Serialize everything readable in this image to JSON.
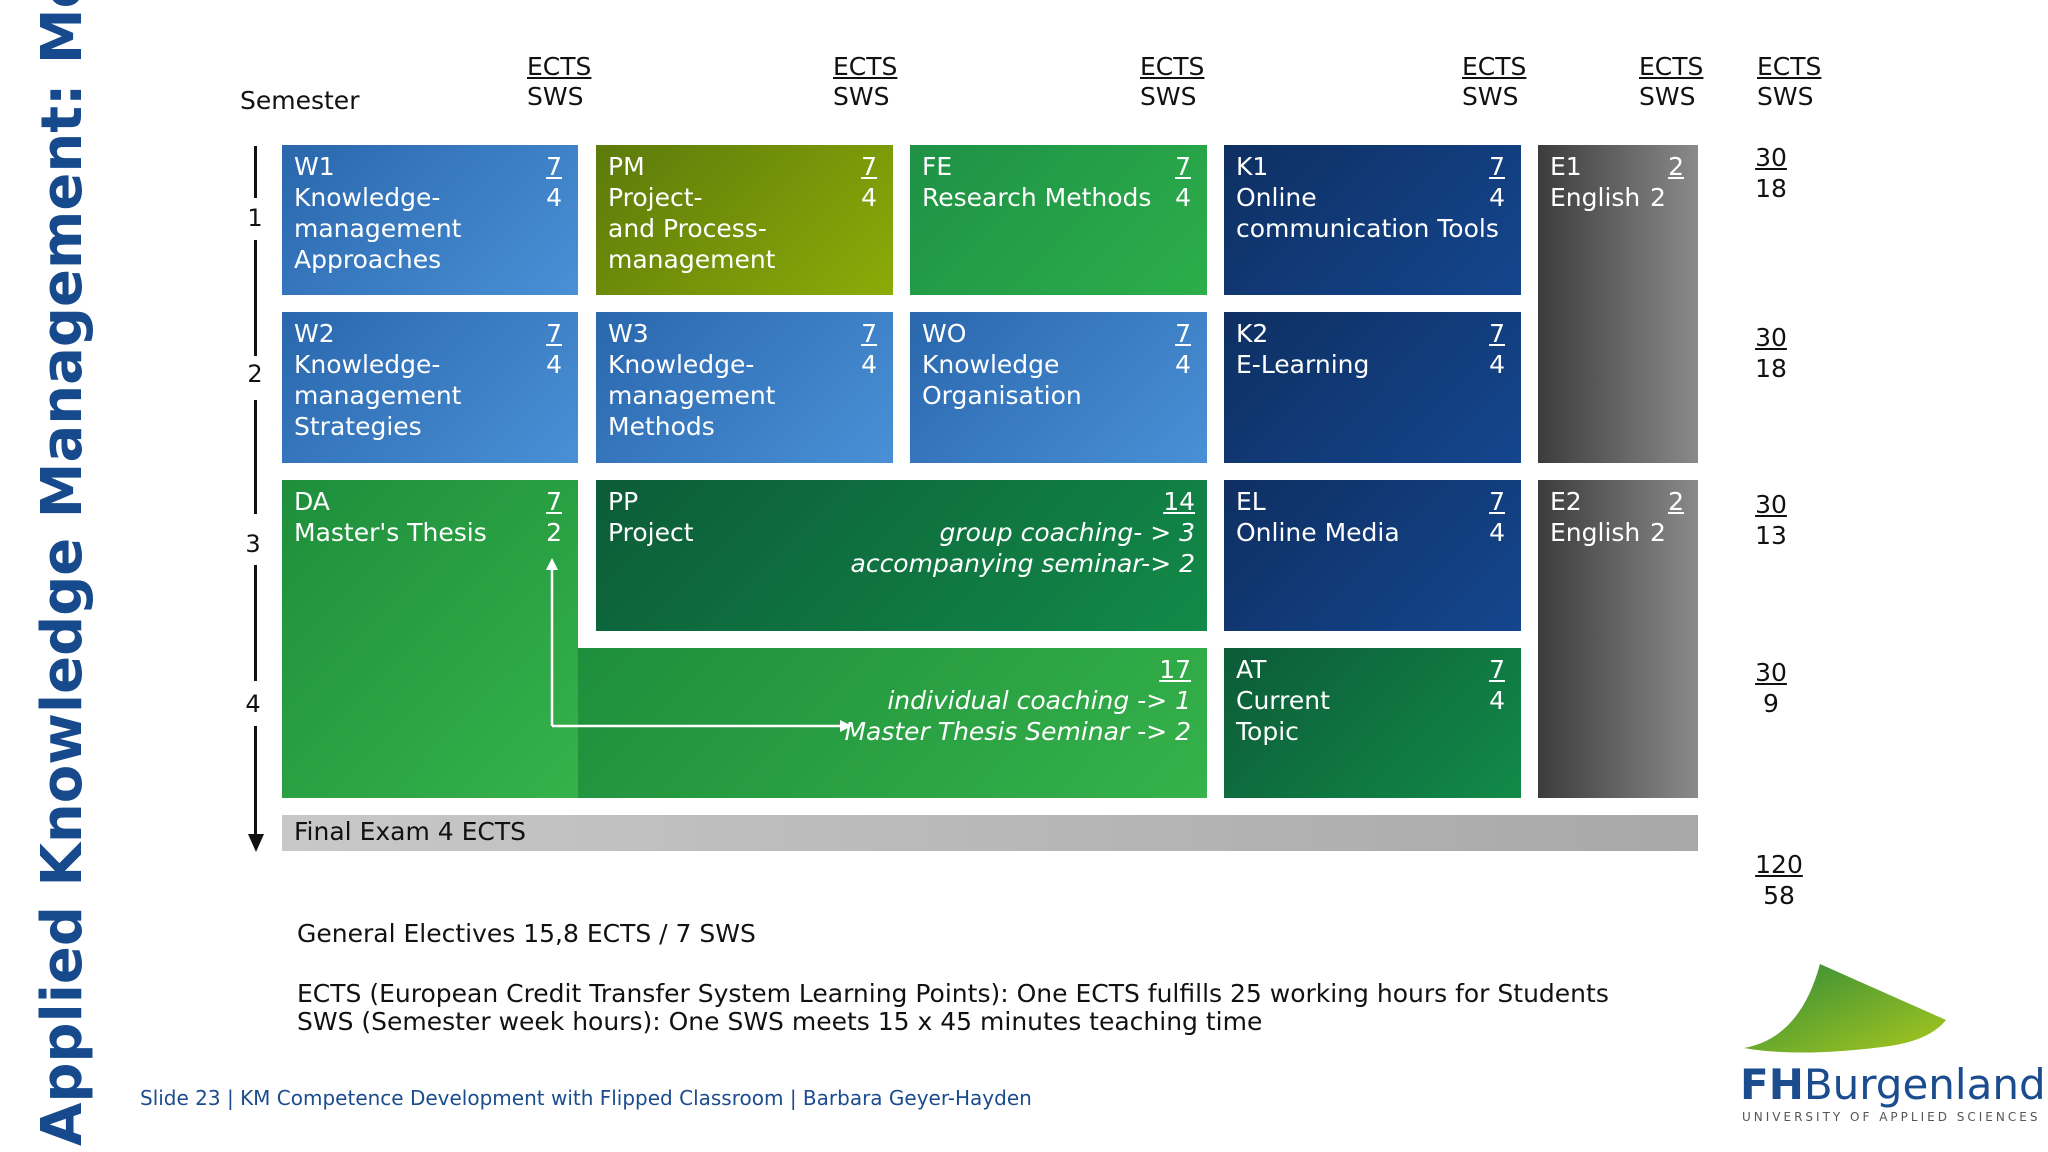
{
  "title": "Applied Knowledge Management: Modules",
  "semester_label": "Semester",
  "semesters": [
    "1",
    "2",
    "3",
    "4"
  ],
  "column_headers": [
    {
      "ects": "ECTS",
      "sws": "SWS"
    },
    {
      "ects": "ECTS",
      "sws": "SWS"
    },
    {
      "ects": "ECTS",
      "sws": "SWS"
    },
    {
      "ects": "ECTS",
      "sws": "SWS"
    },
    {
      "ects": "ECTS",
      "sws": "SWS"
    },
    {
      "ects": "ECTS",
      "sws": "SWS"
    }
  ],
  "modules": {
    "w1": {
      "title": "W1\nKnowledge-\nmanagement\nApproaches",
      "ects": "7",
      "sws": "4"
    },
    "pm": {
      "title": "PM\nProject-\nand Process-\nmanagement",
      "ects": "7",
      "sws": "4"
    },
    "fe": {
      "title": "FE\nResearch Methods",
      "ects": "7",
      "sws": "4"
    },
    "k1": {
      "title": "K1\nOnline\ncommunication Tools",
      "ects": "7",
      "sws": "4"
    },
    "e1": {
      "title": "E1\nEnglish",
      "ects": "2",
      "sws": "2"
    },
    "w2": {
      "title": "W2\nKnowledge-\nmanagement\nStrategies",
      "ects": "7",
      "sws": "4"
    },
    "w3": {
      "title": "W3\nKnowledge-\nmanagement\nMethods",
      "ects": "7",
      "sws": "4"
    },
    "wo": {
      "title": "WO\nKnowledge\nOrganisation",
      "ects": "7",
      "sws": "4"
    },
    "k2": {
      "title": "K2\nE-Learning",
      "ects": "7",
      "sws": "4"
    },
    "da": {
      "title": "DA\nMaster's Thesis",
      "ects": "7",
      "sws": "2"
    },
    "pp": {
      "title": "PP\nProject",
      "ects": "14",
      "line1": "group coaching-          > 3",
      "line2": "accompanying seminar-> 2"
    },
    "el": {
      "title": "EL\nOnline Media",
      "ects": "7",
      "sws": "4"
    },
    "e2": {
      "title": "E2\nEnglish",
      "ects": "2",
      "sws": "2"
    },
    "thesis_ext": {
      "ects": "17",
      "line1": "individual coaching      -> 1",
      "line2": "Master Thesis Seminar -> 2"
    },
    "at": {
      "title": "AT\nCurrent\nTopic",
      "ects": "7",
      "sws": "4"
    }
  },
  "final_exam": "Final Exam 4 ECTS",
  "totals": [
    {
      "ects": "30",
      "sws": "18"
    },
    {
      "ects": "30",
      "sws": "18"
    },
    {
      "ects": "30",
      "sws": "13"
    },
    {
      "ects": "30",
      "sws": "9"
    },
    {
      "ects": "120",
      "sws": "58"
    }
  ],
  "notes": {
    "electives": "General Electives 15,8 ECTS / 7 SWS",
    "ects_def": "ECTS (European Credit Transfer System Learning Points): One ECTS fulfills 25 working hours for Students",
    "sws_def": "SWS (Semester week hours): One SWS meets 15 x 45 minutes teaching time"
  },
  "footer": "Slide 23 | KM Competence Development with Flipped Classroom | Barbara Geyer-Hayden",
  "logo": {
    "fh": "FH",
    "name": "Burgenland",
    "sub": "UNIVERSITY OF APPLIED SCIENCES",
    "accent": "#7ab51d",
    "brand": "#1a4c8e"
  },
  "colors": {
    "blue": "#3a7cc4",
    "olive": "#7a9a0a",
    "green": "#26a348",
    "navy": "#123c78",
    "gray": "#6a6a6a",
    "dark_green": "#0f7040"
  }
}
